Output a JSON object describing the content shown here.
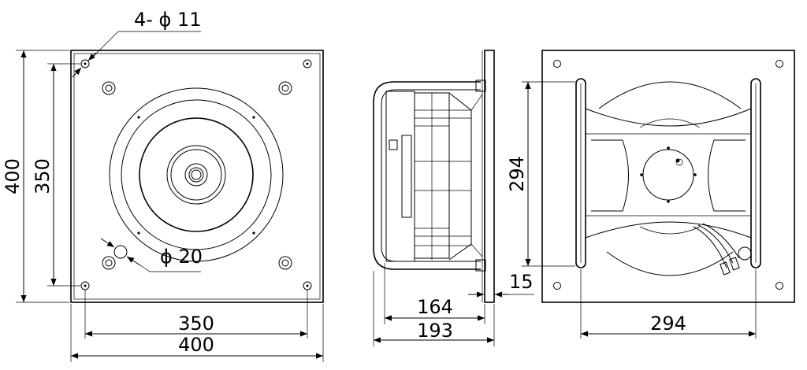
{
  "front_view": {
    "hole_callout": "4- ϕ 11",
    "hole_callout_2": "ϕ 20",
    "width_inner": "350",
    "width_outer": "400",
    "height_inner": "350",
    "height_outer": "400"
  },
  "side_view": {
    "depth_inner": "164",
    "depth_outer": "193",
    "flange": "15"
  },
  "rear_view": {
    "spacing_vertical": "294",
    "spacing_horizontal": "294"
  }
}
